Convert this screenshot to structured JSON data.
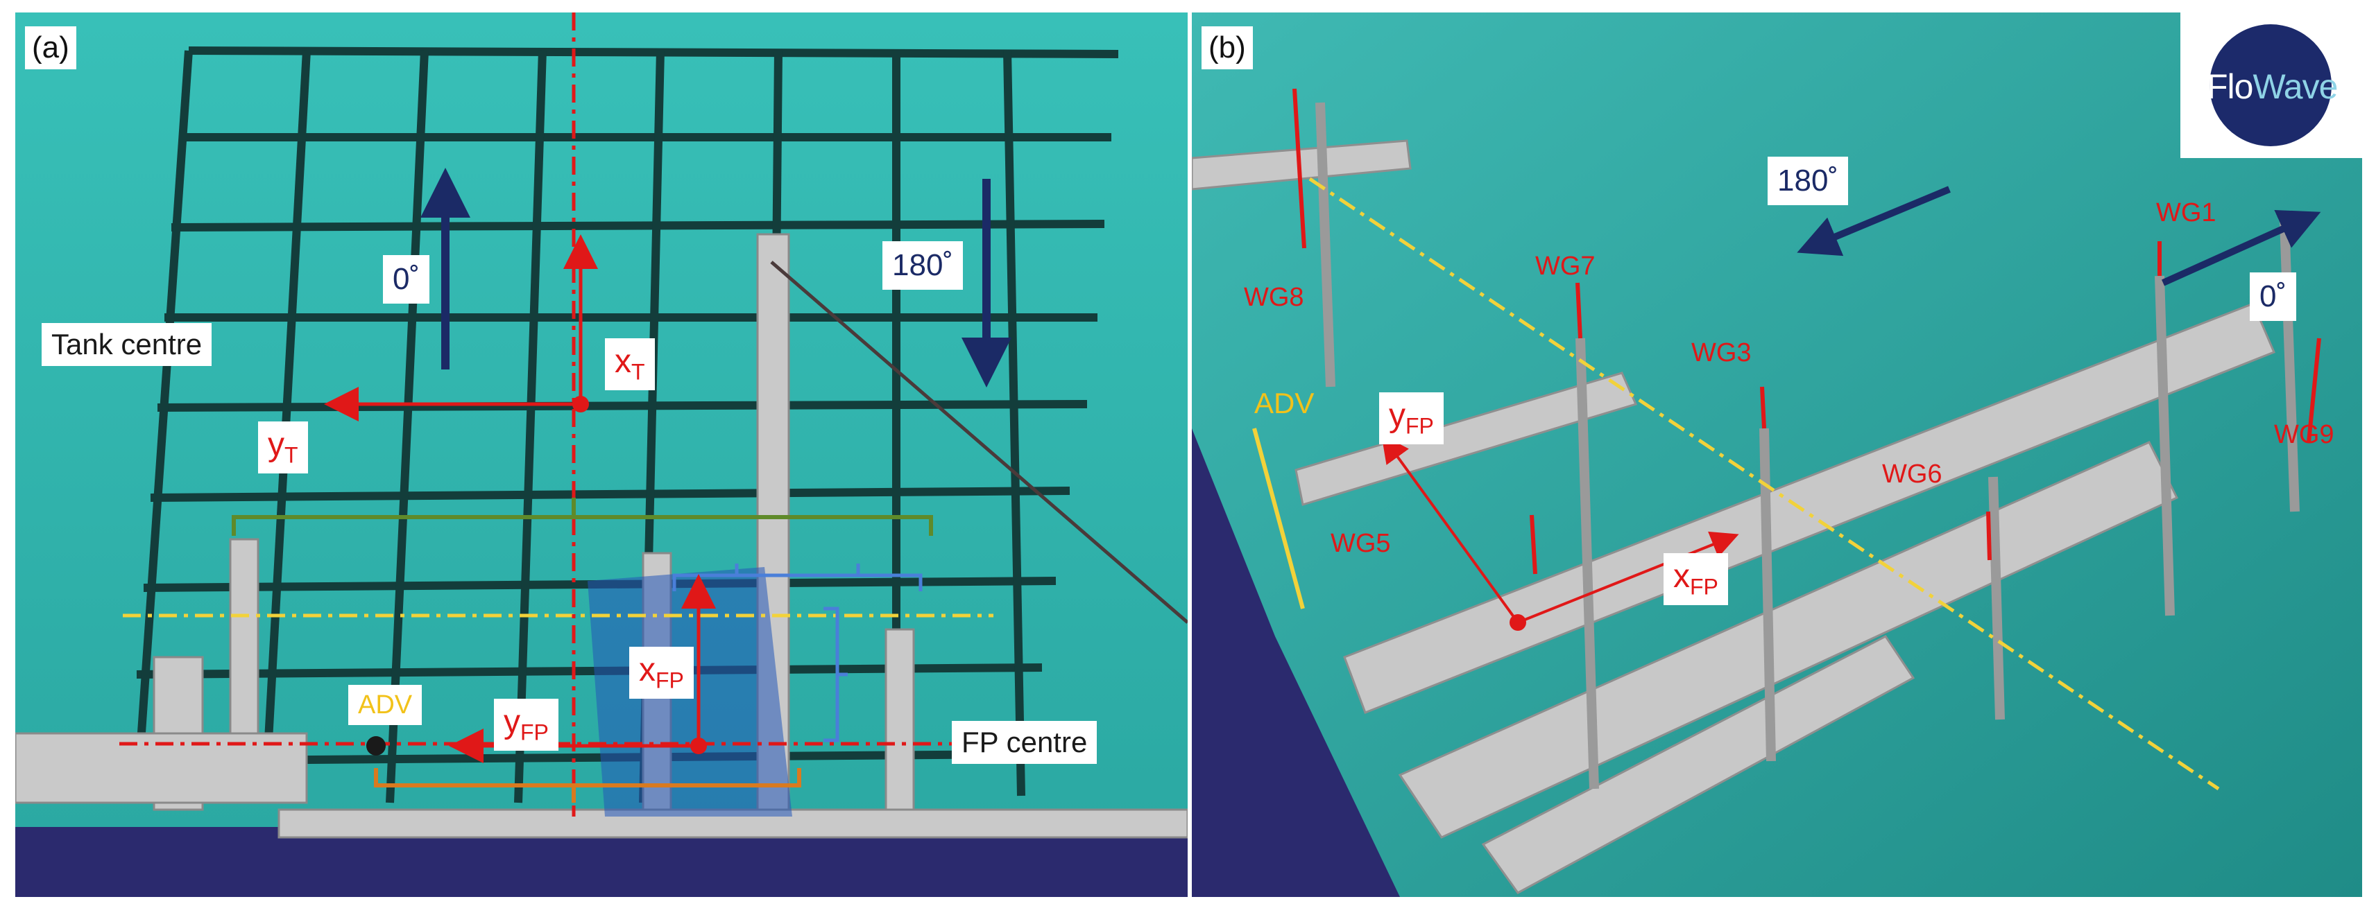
{
  "panels": {
    "a": {
      "tag": "(a)",
      "labels": {
        "tank_centre": "Tank centre",
        "fp_centre": "FP centre",
        "deg_0": "0˚",
        "deg_180": "180˚",
        "adv": "ADV",
        "x_t": "x",
        "x_t_sub": "T",
        "y_t": "y",
        "y_t_sub": "T",
        "x_fp": "x",
        "x_fp_sub": "FP",
        "y_fp": "y",
        "y_fp_sub": "FP"
      }
    },
    "b": {
      "tag": "(b)",
      "labels": {
        "deg_180": "180˚",
        "deg_0": "0˚",
        "adv": "ADV",
        "x_fp": "x",
        "x_fp_sub": "FP",
        "y_fp": "y",
        "y_fp_sub": "FP",
        "wg": [
          "WG1",
          "WG3",
          "WG5",
          "WG6",
          "WG7",
          "WG8",
          "WG9"
        ]
      },
      "logo": {
        "part1": "Flo",
        "part2": "Wave"
      }
    }
  },
  "colors": {
    "water": "#2fb3ad",
    "water_dark": "#1f8f8a",
    "grid_rope": "#123b3a",
    "annotation_red": "#e01818",
    "arrow_navy": "#1b2a66",
    "yellow_dash": "#f2d23a",
    "green_bracket": "#5f8a2a",
    "orange_bracket": "#d97a1f",
    "blue_bracket": "#4a7fd9",
    "frame_aluminium": "#c9c9c9",
    "tank_edge_purple": "#2b2a6e",
    "logo_navy": "#1c2a6b"
  }
}
